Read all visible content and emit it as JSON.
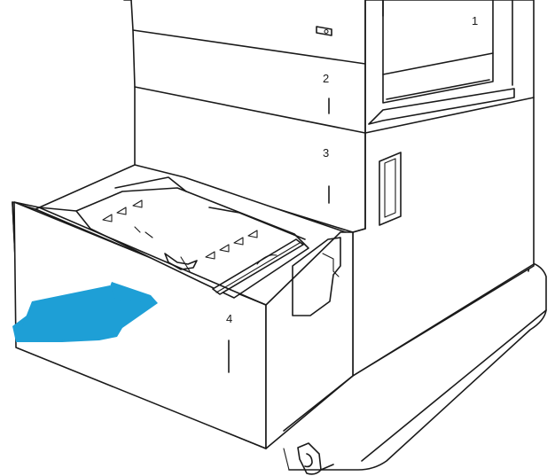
{
  "illustration": {
    "drawer_labels": {
      "tray_2": "2",
      "tray_3": "3",
      "tray_4": "4"
    },
    "door_label": "1",
    "colors": {
      "line": "#1a1a1a",
      "arrow": "#1e9fd6",
      "paper": "#ffffff"
    },
    "icons": [
      "printer-body",
      "power-button-icon",
      "pull-direction-arrow-icon",
      "caster-wheel-icon"
    ]
  }
}
